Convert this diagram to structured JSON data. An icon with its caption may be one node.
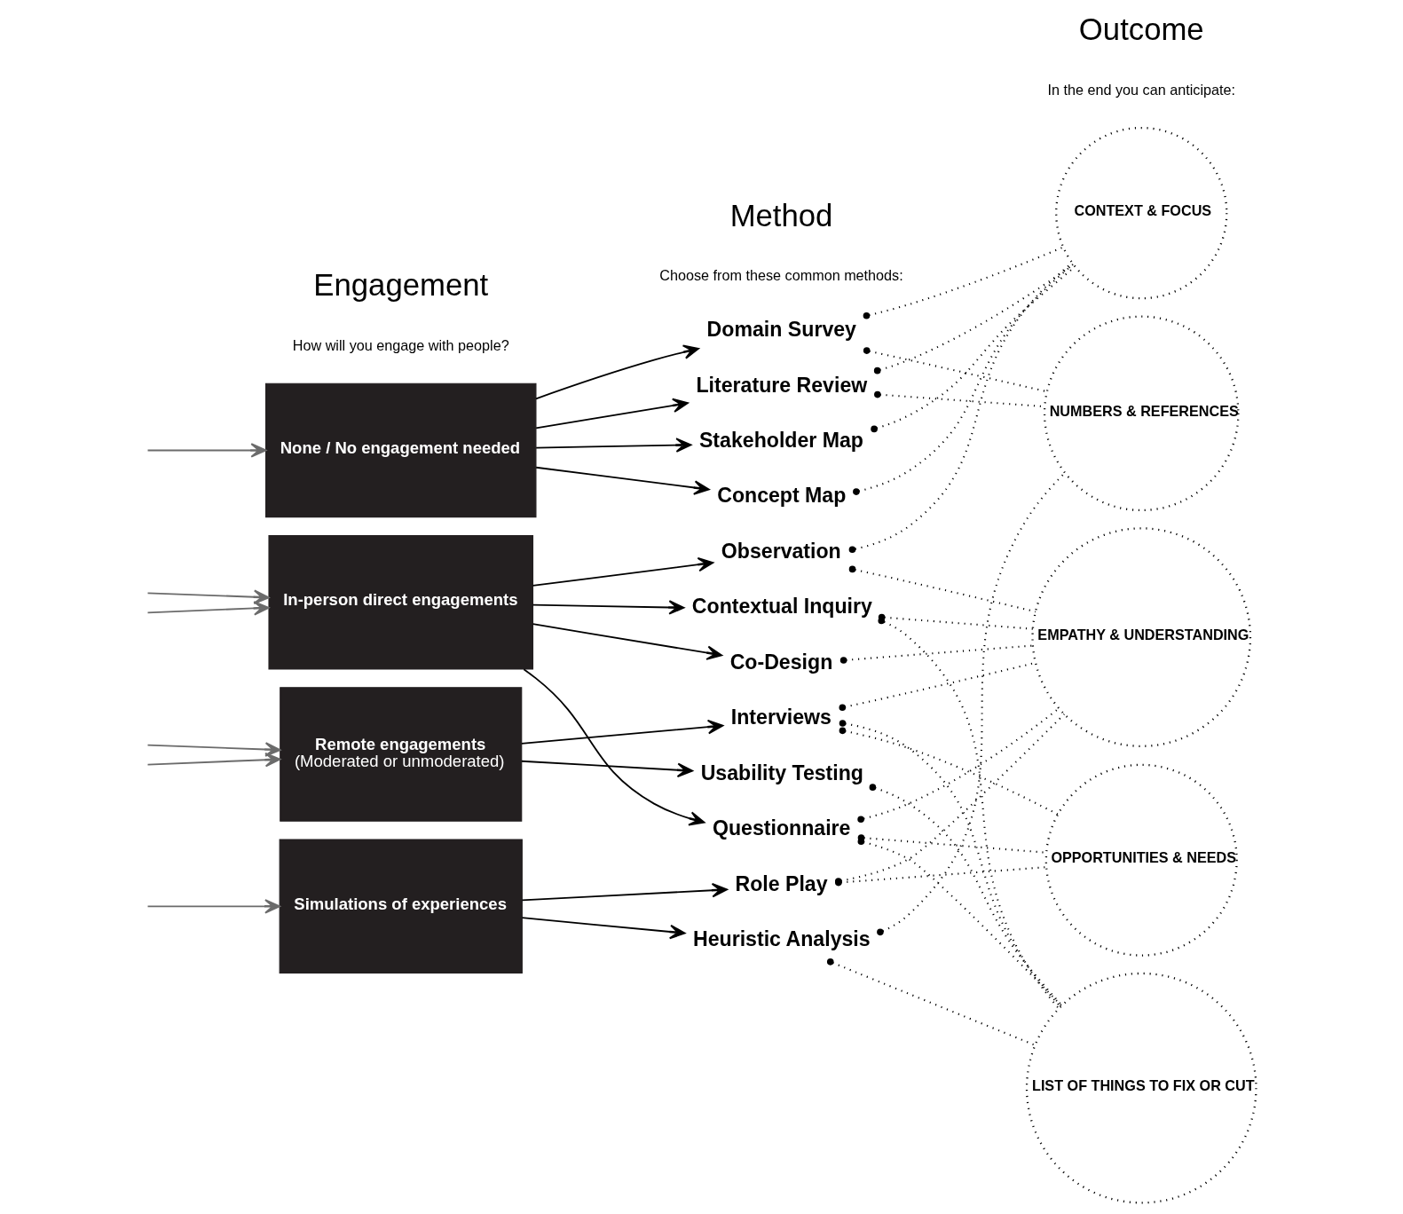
{
  "diagram": {
    "nodes": [
      {
        "text": [
          "None / No engagement needed"
        ]
      },
      {
        "text": [
          "In-person direct engagements"
        ]
      },
      {
        "text": [
          "Remote engagements",
          "(Moderated or unmoderated)"
        ]
      },
      {
        "text": [
          "Simulations of experiences"
        ]
      },
      {
        "text": [
          "Domain Survey"
        ]
      },
      {
        "text": [
          "Literature Review"
        ]
      },
      {
        "text": [
          "Stakeholder Map"
        ]
      },
      {
        "text": [
          "Concept Map"
        ]
      },
      {
        "text": [
          "Observation"
        ]
      },
      {
        "text": [
          "Contextual Inquiry"
        ]
      },
      {
        "text": [
          "Co-Design"
        ]
      },
      {
        "text": [
          "Interviews"
        ]
      },
      {
        "text": [
          "Usability Testing"
        ]
      },
      {
        "text": [
          "Questionnaire"
        ]
      },
      {
        "text": [
          "Role Play"
        ]
      },
      {
        "text": [
          "Heuristic Analysis"
        ]
      },
      {
        "text": [
          "CONTEXT & FOCUS"
        ]
      },
      {
        "text": [
          "NUMBERS & REFERENCES"
        ]
      },
      {
        "text": [
          "EMPATHY & UNDERSTANDING"
        ]
      },
      {
        "text": [
          "OPPORTUNITIES & NEEDS"
        ]
      },
      {
        "text": [
          "LIST OF THINGS TO FIX OR CUT"
        ]
      }
    ],
    "edges": [
      {
        "from": null,
        "to": 0,
        "arrow": "to",
        "color": "#6b6b6b"
      },
      {
        "from": null,
        "to": 1,
        "arrow": "to",
        "color": "#6b6b6b"
      },
      {
        "from": null,
        "to": 1,
        "arrow": "to",
        "color": "#6b6b6b"
      },
      {
        "from": null,
        "to": 2,
        "arrow": "to",
        "color": "#6b6b6b"
      },
      {
        "from": null,
        "to": 2,
        "arrow": "to",
        "color": "#6b6b6b"
      },
      {
        "from": null,
        "to": 3,
        "arrow": "to",
        "color": "#6b6b6b"
      },
      {
        "from": 0,
        "to": 4,
        "arrow": "to"
      },
      {
        "from": 0,
        "to": 5,
        "arrow": "to"
      },
      {
        "from": 0,
        "to": 6,
        "arrow": "to"
      },
      {
        "from": 0,
        "to": 7,
        "arrow": "to"
      },
      {
        "from": 1,
        "to": 8,
        "arrow": "to"
      },
      {
        "from": 1,
        "to": 9,
        "arrow": "to"
      },
      {
        "from": 1,
        "to": 10,
        "arrow": "to"
      },
      {
        "from": 2,
        "to": 11,
        "arrow": "to"
      },
      {
        "from": 2,
        "to": 12,
        "arrow": "to"
      },
      {
        "from": 1,
        "to": 13,
        "arrow": "to"
      },
      {
        "from": 3,
        "to": 14,
        "arrow": "to"
      },
      {
        "from": 3,
        "to": 15,
        "arrow": "to"
      },
      {
        "from": 4,
        "to": 16,
        "arrow": "other",
        "style": "dashed"
      },
      {
        "from": 4,
        "to": 17,
        "arrow": "other",
        "style": "dashed"
      },
      {
        "from": 5,
        "to": 16,
        "arrow": "other",
        "style": "dashed"
      },
      {
        "from": 5,
        "to": 17,
        "arrow": "other",
        "style": "dashed"
      },
      {
        "from": 6,
        "to": 16,
        "arrow": "other",
        "style": "dashed"
      },
      {
        "from": 7,
        "to": 16,
        "arrow": "other",
        "style": "dashed"
      },
      {
        "from": 8,
        "to": 16,
        "arrow": "other",
        "style": "dashed"
      },
      {
        "from": 8,
        "to": 18,
        "arrow": "other",
        "style": "dashed"
      },
      {
        "from": 9,
        "to": 18,
        "arrow": "other",
        "style": "dashed"
      },
      {
        "from": 9,
        "to": 20,
        "arrow": "other",
        "style": "dashed"
      },
      {
        "from": 10,
        "to": 18,
        "arrow": "other",
        "style": "dashed"
      },
      {
        "from": 11,
        "to": 18,
        "arrow": "other",
        "style": "dashed"
      },
      {
        "from": 11,
        "to": 19,
        "arrow": "other",
        "style": "dashed"
      },
      {
        "from": 11,
        "to": 20,
        "arrow": "other",
        "style": "dashed"
      },
      {
        "from": 12,
        "to": 20,
        "arrow": "other",
        "style": "dashed"
      },
      {
        "from": 13,
        "to": 18,
        "arrow": "other",
        "style": "dashed"
      },
      {
        "from": 13,
        "to": 19,
        "arrow": "other",
        "style": "dashed"
      },
      {
        "from": 13,
        "to": 20,
        "arrow": "other",
        "style": "dashed"
      },
      {
        "from": 14,
        "to": 18,
        "arrow": "other",
        "style": "dashed"
      },
      {
        "from": 14,
        "to": 19,
        "arrow": "other",
        "style": "dashed"
      },
      {
        "from": 15,
        "to": 17,
        "arrow": "other",
        "style": "dashed"
      },
      {
        "from": 15,
        "to": 20,
        "arrow": "other",
        "style": "dashed"
      }
    ],
    "labels": [
      "Engagement",
      "How will you engage with people?",
      "Method",
      "Choose from these common methods:",
      "Outcome",
      "In the end you can anticipate:"
    ]
  }
}
